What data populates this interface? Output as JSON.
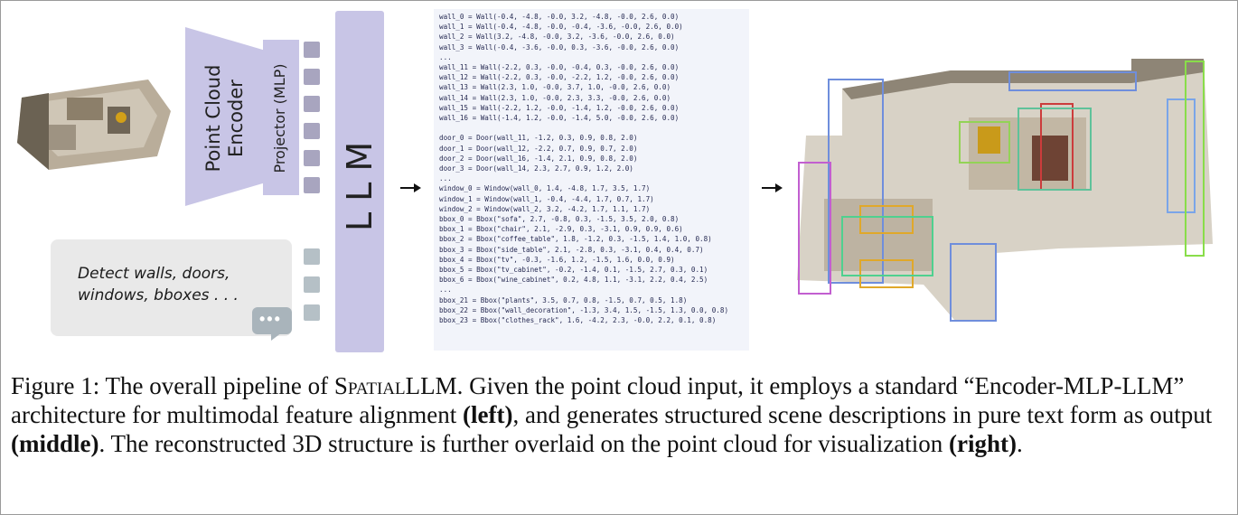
{
  "pipeline": {
    "encoder_label_line1": "Point Cloud",
    "encoder_label_line2": "Encoder",
    "projector_label": "Projector (MLP)",
    "llm_label": "LLM",
    "prompt_text": "Detect walls, doors,\nwindows, bboxes . . .",
    "chat_icon": "speech-bubble-icon",
    "chat_dots": "•••"
  },
  "code_output": [
    "wall_0 = Wall(-0.4, -4.8, -0.0, 3.2, -4.8, -0.0, 2.6, 0.0)",
    "wall_1 = Wall(-0.4, -4.8, -0.0, -0.4, -3.6, -0.0, 2.6, 0.0)",
    "wall_2 = Wall(3.2, -4.8, -0.0, 3.2, -3.6, -0.0, 2.6, 0.0)",
    "wall_3 = Wall(-0.4, -3.6, -0.0, 0.3, -3.6, -0.0, 2.6, 0.0)",
    "...",
    "wall_11 = Wall(-2.2, 0.3, -0.0, -0.4, 0.3, -0.0, 2.6, 0.0)",
    "wall_12 = Wall(-2.2, 0.3, -0.0, -2.2, 1.2, -0.0, 2.6, 0.0)",
    "wall_13 = Wall(2.3, 1.0, -0.0, 3.7, 1.0, -0.0, 2.6, 0.0)",
    "wall_14 = Wall(2.3, 1.0, -0.0, 2.3, 3.3, -0.0, 2.6, 0.0)",
    "wall_15 = Wall(-2.2, 1.2, -0.0, -1.4, 1.2, -0.0, 2.6, 0.0)",
    "wall_16 = Wall(-1.4, 1.2, -0.0, -1.4, 5.0, -0.0, 2.6, 0.0)",
    "",
    "door_0 = Door(wall_11, -1.2, 0.3, 0.9, 0.8, 2.0)",
    "door_1 = Door(wall_12, -2.2, 0.7, 0.9, 0.7, 2.0)",
    "door_2 = Door(wall_16, -1.4, 2.1, 0.9, 0.8, 2.0)",
    "door_3 = Door(wall_14, 2.3, 2.7, 0.9, 1.2, 2.0)",
    "...",
    "window_0 = Window(wall_0, 1.4, -4.8, 1.7, 3.5, 1.7)",
    "window_1 = Window(wall_1, -0.4, -4.4, 1.7, 0.7, 1.7)",
    "window_2 = Window(wall_2, 3.2, -4.2, 1.7, 1.1, 1.7)",
    "bbox_0 = Bbox(\"sofa\", 2.7, -0.8, 0.3, -1.5, 3.5, 2.0, 0.8)",
    "bbox_1 = Bbox(\"chair\", 2.1, -2.9, 0.3, -3.1, 0.9, 0.9, 0.6)",
    "bbox_2 = Bbox(\"coffee_table\", 1.8, -1.2, 0.3, -1.5, 1.4, 1.0, 0.8)",
    "bbox_3 = Bbox(\"side_table\", 2.1, -2.8, 0.3, -3.1, 0.4, 0.4, 0.7)",
    "bbox_4 = Bbox(\"tv\", -0.3, -1.6, 1.2, -1.5, 1.6, 0.0, 0.9)",
    "bbox_5 = Bbox(\"tv_cabinet\", -0.2, -1.4, 0.1, -1.5, 2.7, 0.3, 0.1)",
    "bbox_6 = Bbox(\"wine_cabinet\", 0.2, 4.8, 1.1, -3.1, 2.2, 0.4, 2.5)",
    "...",
    "bbox_21 = Bbox(\"plants\", 3.5, 0.7, 0.8, -1.5, 0.7, 0.5, 1.8)",
    "bbox_22 = Bbox(\"wall_decoration\", -1.3, 3.4, 1.5, -1.5, 1.3, 0.0, 0.8)",
    "bbox_23 = Bbox(\"clothes_rack\", 1.6, -4.2, 2.3, -0.0, 2.2, 0.1, 0.8)"
  ],
  "caption": {
    "prefix": "Figure 1: The overall pipeline of ",
    "name_sc": "Spatial",
    "name_rest": "LLM",
    "part1": ". Given the point cloud input, it employs a standard “Encoder-MLP-LLM” architecture for multimodal feature alignment ",
    "left": "(left)",
    "part2": ", and generates structured scene descriptions in pure text form as output ",
    "middle": "(middle)",
    "part3": ". The reconstructed 3D structure is further overlaid on the point cloud for visualization ",
    "right": "(right)",
    "end": "."
  }
}
